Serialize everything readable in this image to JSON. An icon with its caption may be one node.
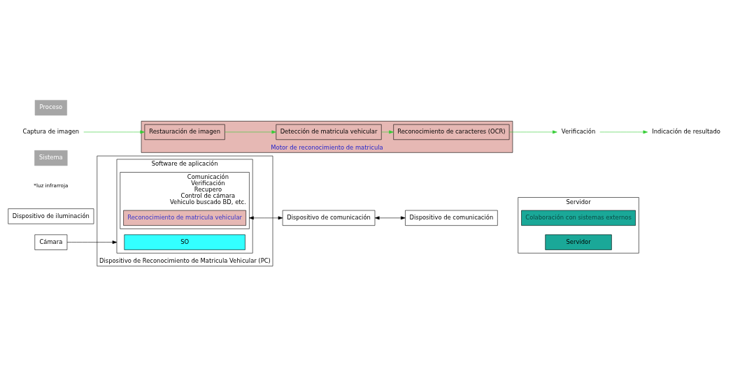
{
  "diagram": {
    "nodes": [
      {
        "text": [
          "Proceso"
        ]
      },
      {
        "text": [
          "Captura de imagen"
        ]
      },
      {
        "text": [
          "Motor de reconocimiento de matricula"
        ]
      },
      {
        "text": [
          "Restauración de imagen"
        ],
        "in": 2
      },
      {
        "text": [
          "Detección de matricula vehicular"
        ],
        "in": 2
      },
      {
        "text": [
          "Reconocimiento de caracteres (OCR)"
        ],
        "in": 2
      },
      {
        "text": [
          "Verificación"
        ]
      },
      {
        "text": [
          "Indicación de resultado"
        ]
      },
      {
        "text": [
          "Sistema"
        ]
      },
      {
        "text": [
          "Cámara"
        ]
      },
      {
        "text": [
          "Dispositivo de iluminación"
        ],
        "beside": [
          "*luz infrarroja"
        ]
      },
      {
        "text": [
          "Dispositivo de Reconocimiento de Matricula Vehicular (PC)"
        ]
      },
      {
        "text": [
          "Software de aplicación"
        ],
        "in": 11
      },
      {
        "text": [
          "Comunicación",
          "Verificación",
          "Recupero",
          "Control de cámara",
          "Vehiculo buscado BD, etc."
        ],
        "in": 12
      },
      {
        "text": [
          "Reconocimiento de matricula vehicular"
        ],
        "in": 13
      },
      {
        "text": [
          "SO"
        ],
        "in": 12
      },
      {
        "text": [
          "Dispositivo de comunicación"
        ]
      },
      {
        "text": [
          "Servidor"
        ]
      },
      {
        "text": [
          "Dispositivo de comunicación"
        ]
      },
      {
        "text": [
          "Colaboración con sistemas externos"
        ],
        "in": 17
      },
      {
        "text": [
          "Servidor"
        ],
        "in": 17
      }
    ],
    "edges": [
      {
        "from": 1,
        "to": 3,
        "arrow": "to",
        "color": "#33cc33"
      },
      {
        "from": 3,
        "to": 4,
        "arrow": "to",
        "color": "#33cc33"
      },
      {
        "from": 4,
        "to": 5,
        "arrow": "to",
        "color": "#33cc33"
      },
      {
        "from": 5,
        "to": 6,
        "arrow": "to",
        "color": "#33cc33"
      },
      {
        "from": 6,
        "to": 7,
        "arrow": "to",
        "color": "#33cc33"
      },
      {
        "from": 9,
        "to": 12,
        "arrow": "to",
        "color": "#000000"
      },
      {
        "from": 13,
        "to": 16,
        "arrow": "both",
        "color": "#000000"
      },
      {
        "from": 16,
        "to": 18,
        "arrow": "both",
        "color": "#000000"
      }
    ]
  }
}
